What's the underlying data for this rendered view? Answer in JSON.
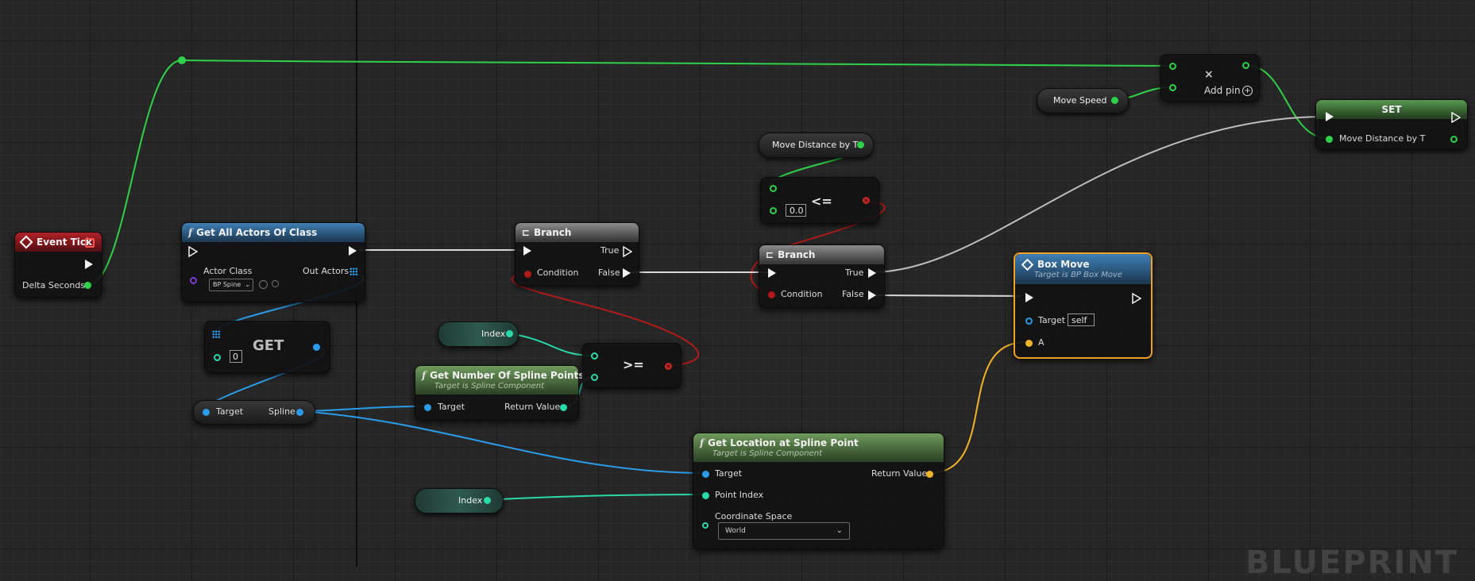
{
  "canvas": {
    "watermark": "BLUEPRINT"
  },
  "colors": {
    "float_wire": "#30d14a",
    "object_wire": "#2b9ce8",
    "int_wire": "#2ad9a8",
    "bool_wire": "#b01a1a",
    "vector_wire": "#f0b42a",
    "exec_wire": "#d8d8d8",
    "selected_outline": "#f0a020"
  },
  "nodes": {
    "event_tick": {
      "title": "Event Tick",
      "icon": "event-diamond-icon",
      "delta_seconds": "Delta Seconds"
    },
    "get_all_actors": {
      "title": "Get All Actors Of Class",
      "actor_class_label": "Actor Class",
      "actor_class_value": "BP Spine",
      "out_actors": "Out Actors"
    },
    "get_array": {
      "title": "GET",
      "index_value": "0"
    },
    "spline_getter": {
      "target": "Target",
      "spline": "Spline"
    },
    "branch_1": {
      "title": "Branch",
      "true_label": "True",
      "false_label": "False",
      "condition_label": "Condition"
    },
    "index_var_1": {
      "label": "Index"
    },
    "index_var_2": {
      "label": "Index"
    },
    "get_num_spline_points": {
      "title": "Get Number Of Spline Points",
      "subtitle": "Target is Spline Component",
      "target": "Target",
      "return_value": "Return Value"
    },
    "gte_node": {
      "operator": ">="
    },
    "move_distance_var": {
      "label": "Move Distance by T"
    },
    "lte_node": {
      "operator": "<=",
      "value": "0.0"
    },
    "branch_2": {
      "title": "Branch",
      "true_label": "True",
      "false_label": "False",
      "condition_label": "Condition"
    },
    "get_location_spline": {
      "title": "Get Location at Spline Point",
      "subtitle": "Target is Spline Component",
      "target": "Target",
      "point_index": "Point Index",
      "coordinate_space": "Coordinate Space",
      "coordinate_value": "World",
      "return_value": "Return Value"
    },
    "box_move": {
      "title": "Box Move",
      "subtitle": "Target is BP Box Move",
      "target": "Target",
      "target_value": "self",
      "a": "A"
    },
    "multiply": {
      "operator": "×",
      "add_pin": "Add pin"
    },
    "move_speed_var": {
      "label": "Move Speed"
    },
    "set_node": {
      "title": "SET",
      "var": "Move Distance by T"
    }
  }
}
